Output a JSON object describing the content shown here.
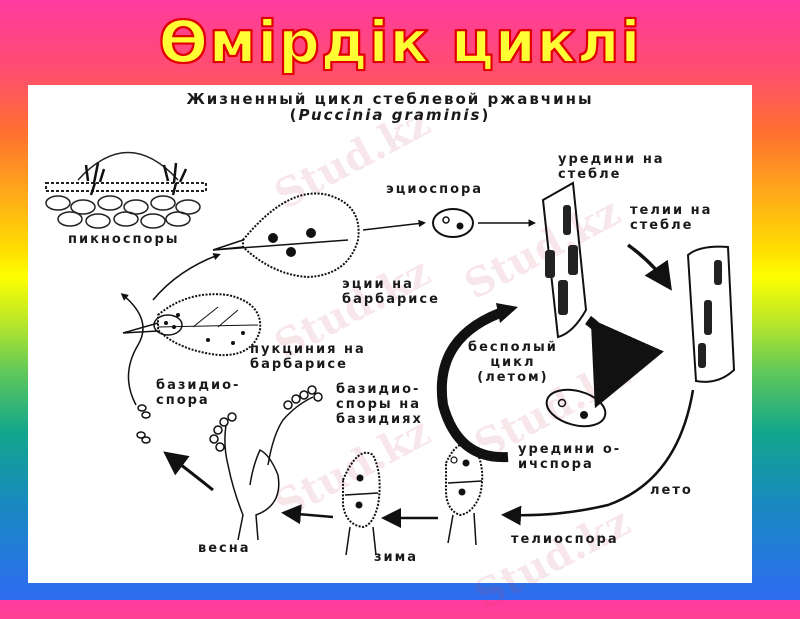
{
  "slide": {
    "title": "Өмірдік циклі",
    "title_color": "#ffff33",
    "title_outline_color": "#e00000"
  },
  "diagram": {
    "heading_line1": "Жизненный цикл стеблевой ржавчины",
    "heading_line2_open": "(",
    "heading_latin": "Puccinia graminis",
    "heading_line2_close": ")",
    "labels": {
      "pycnospores": "пикноспоры",
      "aeciospore": "эциоспора",
      "uredinia_on_stem": "уредини на\nстебле",
      "telia_on_stem": "телии на\nстебле",
      "aecia_on_barberry": "эции на\nбарбарисе",
      "pycnia_on_barberry": "пукциния на\nбарбарисе",
      "asexual_cycle": "бесполый\nцикл\n(летом)",
      "basidiospore": "базидио-\nспора",
      "basidiospores_on_basidia": "базидио-\nспоры на\nбазидиях",
      "urediniospore": "уредини о-\nичспора",
      "summer": "лето",
      "teliospore": "телиоспора",
      "winter": "зима",
      "spring": "весна"
    }
  },
  "watermark": {
    "text": "Stud.kz"
  }
}
